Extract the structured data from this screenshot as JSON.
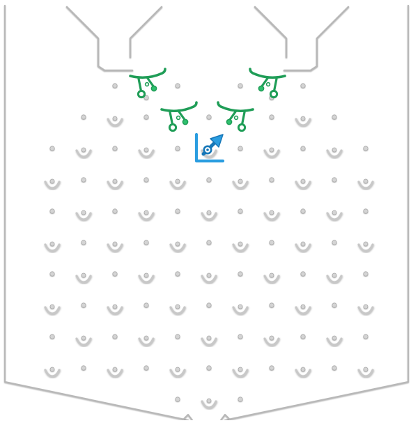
{
  "title": "",
  "colors": {
    "background": "#ffffff",
    "wall": "#b8b8b8",
    "wall_shadow": "#9c9c9c",
    "peg": "#d4d4d4",
    "peg_shadow": "#a8a8a8",
    "cup": "#c8c8c8",
    "flipper_green": "#1f9d57",
    "flipper_green_light": "#2fc06e",
    "player_blue": "#2a9de0",
    "player_blue_dark": "#1677b8"
  },
  "board": {
    "peg_rows": 10,
    "cup_rows": 9,
    "green_flippers": 4,
    "player_count": 1
  },
  "icons": {
    "player": "blue-arrow-flipper-icon",
    "flipper": "green-flipper-icon",
    "peg": "peg-dot-icon",
    "cup": "cup-icon"
  }
}
